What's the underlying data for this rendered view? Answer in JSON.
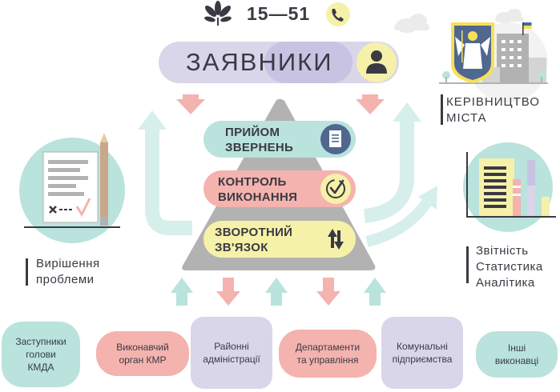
{
  "header": {
    "hotline": "15—51",
    "title": "ЗАЯВНИКИ"
  },
  "pyramid": {
    "layers": [
      {
        "lines": [
          "ПРИЙОМ",
          "ЗВЕРНЕНЬ"
        ],
        "icon": "document-icon"
      },
      {
        "lines": [
          "КОНТРОЛЬ",
          "ВИКОНАННЯ"
        ],
        "icon": "checkmark-icon"
      },
      {
        "lines": [
          "ЗВОРОТНИЙ",
          "ЗВ'ЯЗОК"
        ],
        "icon": "up-down-arrows-icon"
      }
    ]
  },
  "city_leadership": {
    "lines": [
      "КЕРІВНИЦТВО",
      "МІСТА"
    ]
  },
  "problem_solving": {
    "lines": [
      "Вирішення",
      "проблеми"
    ]
  },
  "reports": {
    "lines": [
      "Звітність",
      "Статистика",
      "Аналітика"
    ]
  },
  "executors": [
    {
      "lines": [
        "Заступники",
        "голови",
        "КМДА"
      ]
    },
    {
      "lines": [
        "Виконавчий",
        "орган КМР"
      ]
    },
    {
      "lines": [
        "Районні",
        "адміністрації"
      ]
    },
    {
      "lines": [
        "Департаменти",
        "та управління"
      ]
    },
    {
      "lines": [
        "Комунальні",
        "підприємства"
      ]
    },
    {
      "lines": [
        "Інші",
        "виконавці"
      ]
    }
  ],
  "colors": {
    "teal": "#b9e3dc",
    "teal_dark": "#7fc9bb",
    "pink": "#f4b3ae",
    "lavender": "#d9d6ea",
    "yellow": "#f6f1a8",
    "gray": "#b2b2b2",
    "text": "#3a3a44"
  }
}
